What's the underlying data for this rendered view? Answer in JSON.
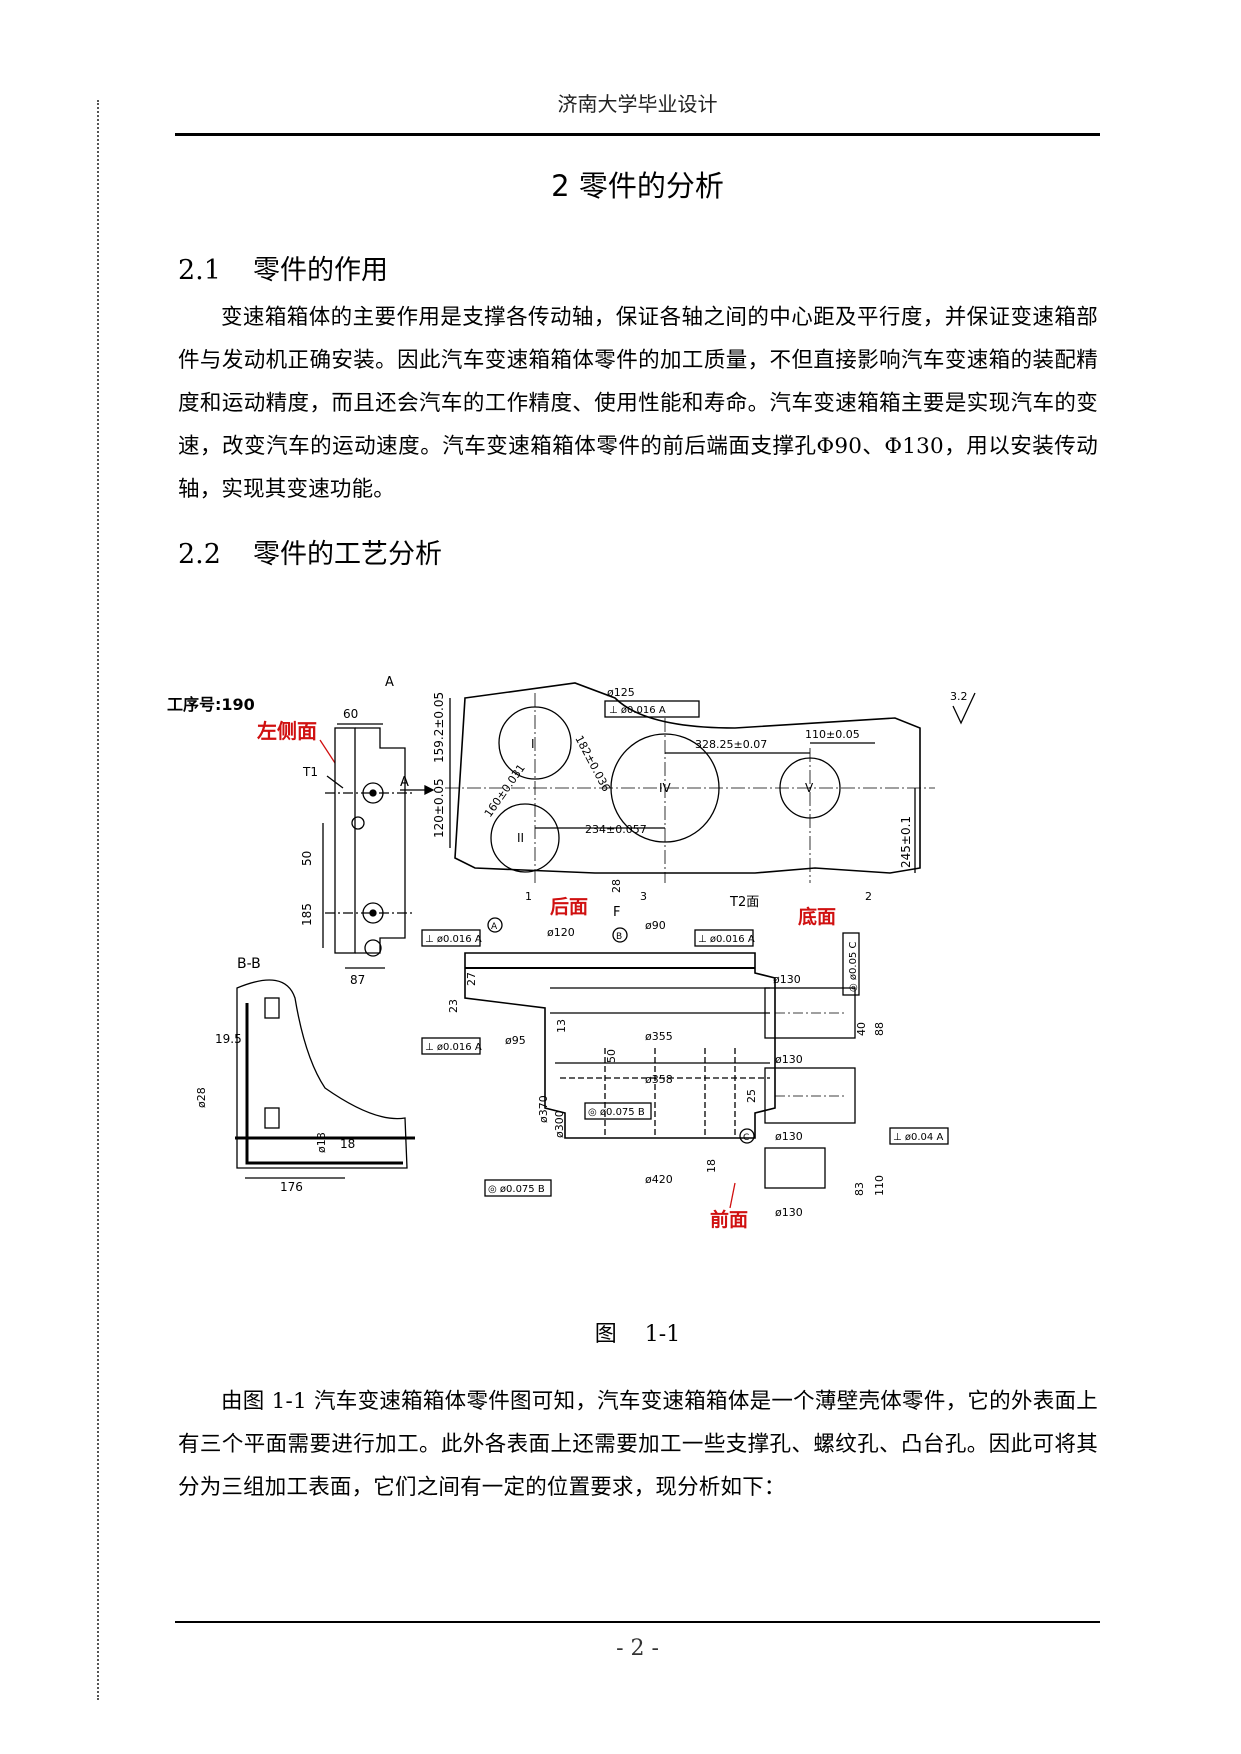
{
  "header": {
    "title": "济南大学毕业设计"
  },
  "chapter": {
    "title": "2  零件的分析"
  },
  "sections": [
    {
      "number": "2.1",
      "title": "零件的作用"
    },
    {
      "number": "2.2",
      "title": "零件的工艺分析"
    }
  ],
  "paragraphs": {
    "p1": "变速箱箱体的主要作用是支撑各传动轴，保证各轴之间的中心距及平行度，并保证变速箱部件与发动机正确安装。因此汽车变速箱箱体零件的加工质量，不但直接影响汽车变速箱的装配精度和运动精度，而且还会汽车的工作精度、使用性能和寿命。汽车变速箱箱主要是实现汽车的变速，改变汽车的运动速度。汽车变速箱箱体零件的前后端面支撑孔Φ90、Φ130，用以安装传动轴，实现其变速功能。",
    "p2": "由图 1-1 汽车变速箱箱体零件图可知，汽车变速箱箱体是一个薄壁壳体零件，它的外表面上有三个平面需要进行加工。此外各表面上还需要加工一些支撑孔、螺纹孔、凸台孔。因此可将其分为三组加工表面，它们之间有一定的位置要求，现分析如下："
  },
  "figure": {
    "caption_prefix": "图",
    "caption_number": "1-1",
    "labels": {
      "process_no": "工序号:190",
      "view_a": "A",
      "section_bb": "B-B",
      "left_side": "左侧面",
      "rear_face": "后面",
      "bottom_face": "底面",
      "front_face": "前面",
      "t1": "T1",
      "t2": "T2面",
      "arrow_a": "A",
      "arrow_f": "F",
      "roughness": "3.2",
      "roman_1": "I",
      "roman_2": "II",
      "roman_4": "IV",
      "roman_5": "V",
      "datum_a": "A",
      "datum_b": "B",
      "datum_c": "C"
    },
    "dimensions": {
      "d60": "60",
      "d50": "50",
      "d185": "185",
      "d87": "87",
      "d19_5": "19.5",
      "d176": "176",
      "d18": "18",
      "phi28": "ø28",
      "phi18": "ø18",
      "phi125": "ø125",
      "tol_0016_a": "⊥ ø0.016 A",
      "tol_0016_a2": "⊥ ø0.016 A",
      "tol_0016_a3": "⊥ ø0.016 A",
      "tol_0016_a4": "⊥ ø0.016 A",
      "tol_004_a": "⊥ ø0.04 A",
      "tol_0075_b": "◎ ø0.075 B",
      "tol_0075_b2": "◎ ø0.075 B",
      "tol_005_c": "◎ ø0.05 C",
      "d328": "328.25±0.07",
      "d110_005": "110±0.05",
      "d245": "245±0.1",
      "d234": "234±0.057",
      "d182": "182±0.036",
      "d160": "160±0.031",
      "d120_005": "120±0.05",
      "d159": "159.2±0.05",
      "phi120": "ø120",
      "phi90": "ø90",
      "phi95": "ø95",
      "phi355": "ø355",
      "phi358": "ø358",
      "phi370": "ø370",
      "phi300": "ø300",
      "phi420": "ø420",
      "phi130_1": "ø130",
      "phi130_2": "ø130",
      "phi130_3": "ø130",
      "phi130_4": "ø130",
      "d27": "27",
      "d23": "23",
      "d28": "28",
      "d13": "13",
      "d50b": "50",
      "d25": "25",
      "d18b": "18",
      "d40": "40",
      "d88": "88",
      "d83": "83",
      "d110": "110",
      "d3": "3",
      "d2": "2",
      "d1": "1"
    }
  },
  "footer": {
    "page_number": "- 2 -"
  }
}
